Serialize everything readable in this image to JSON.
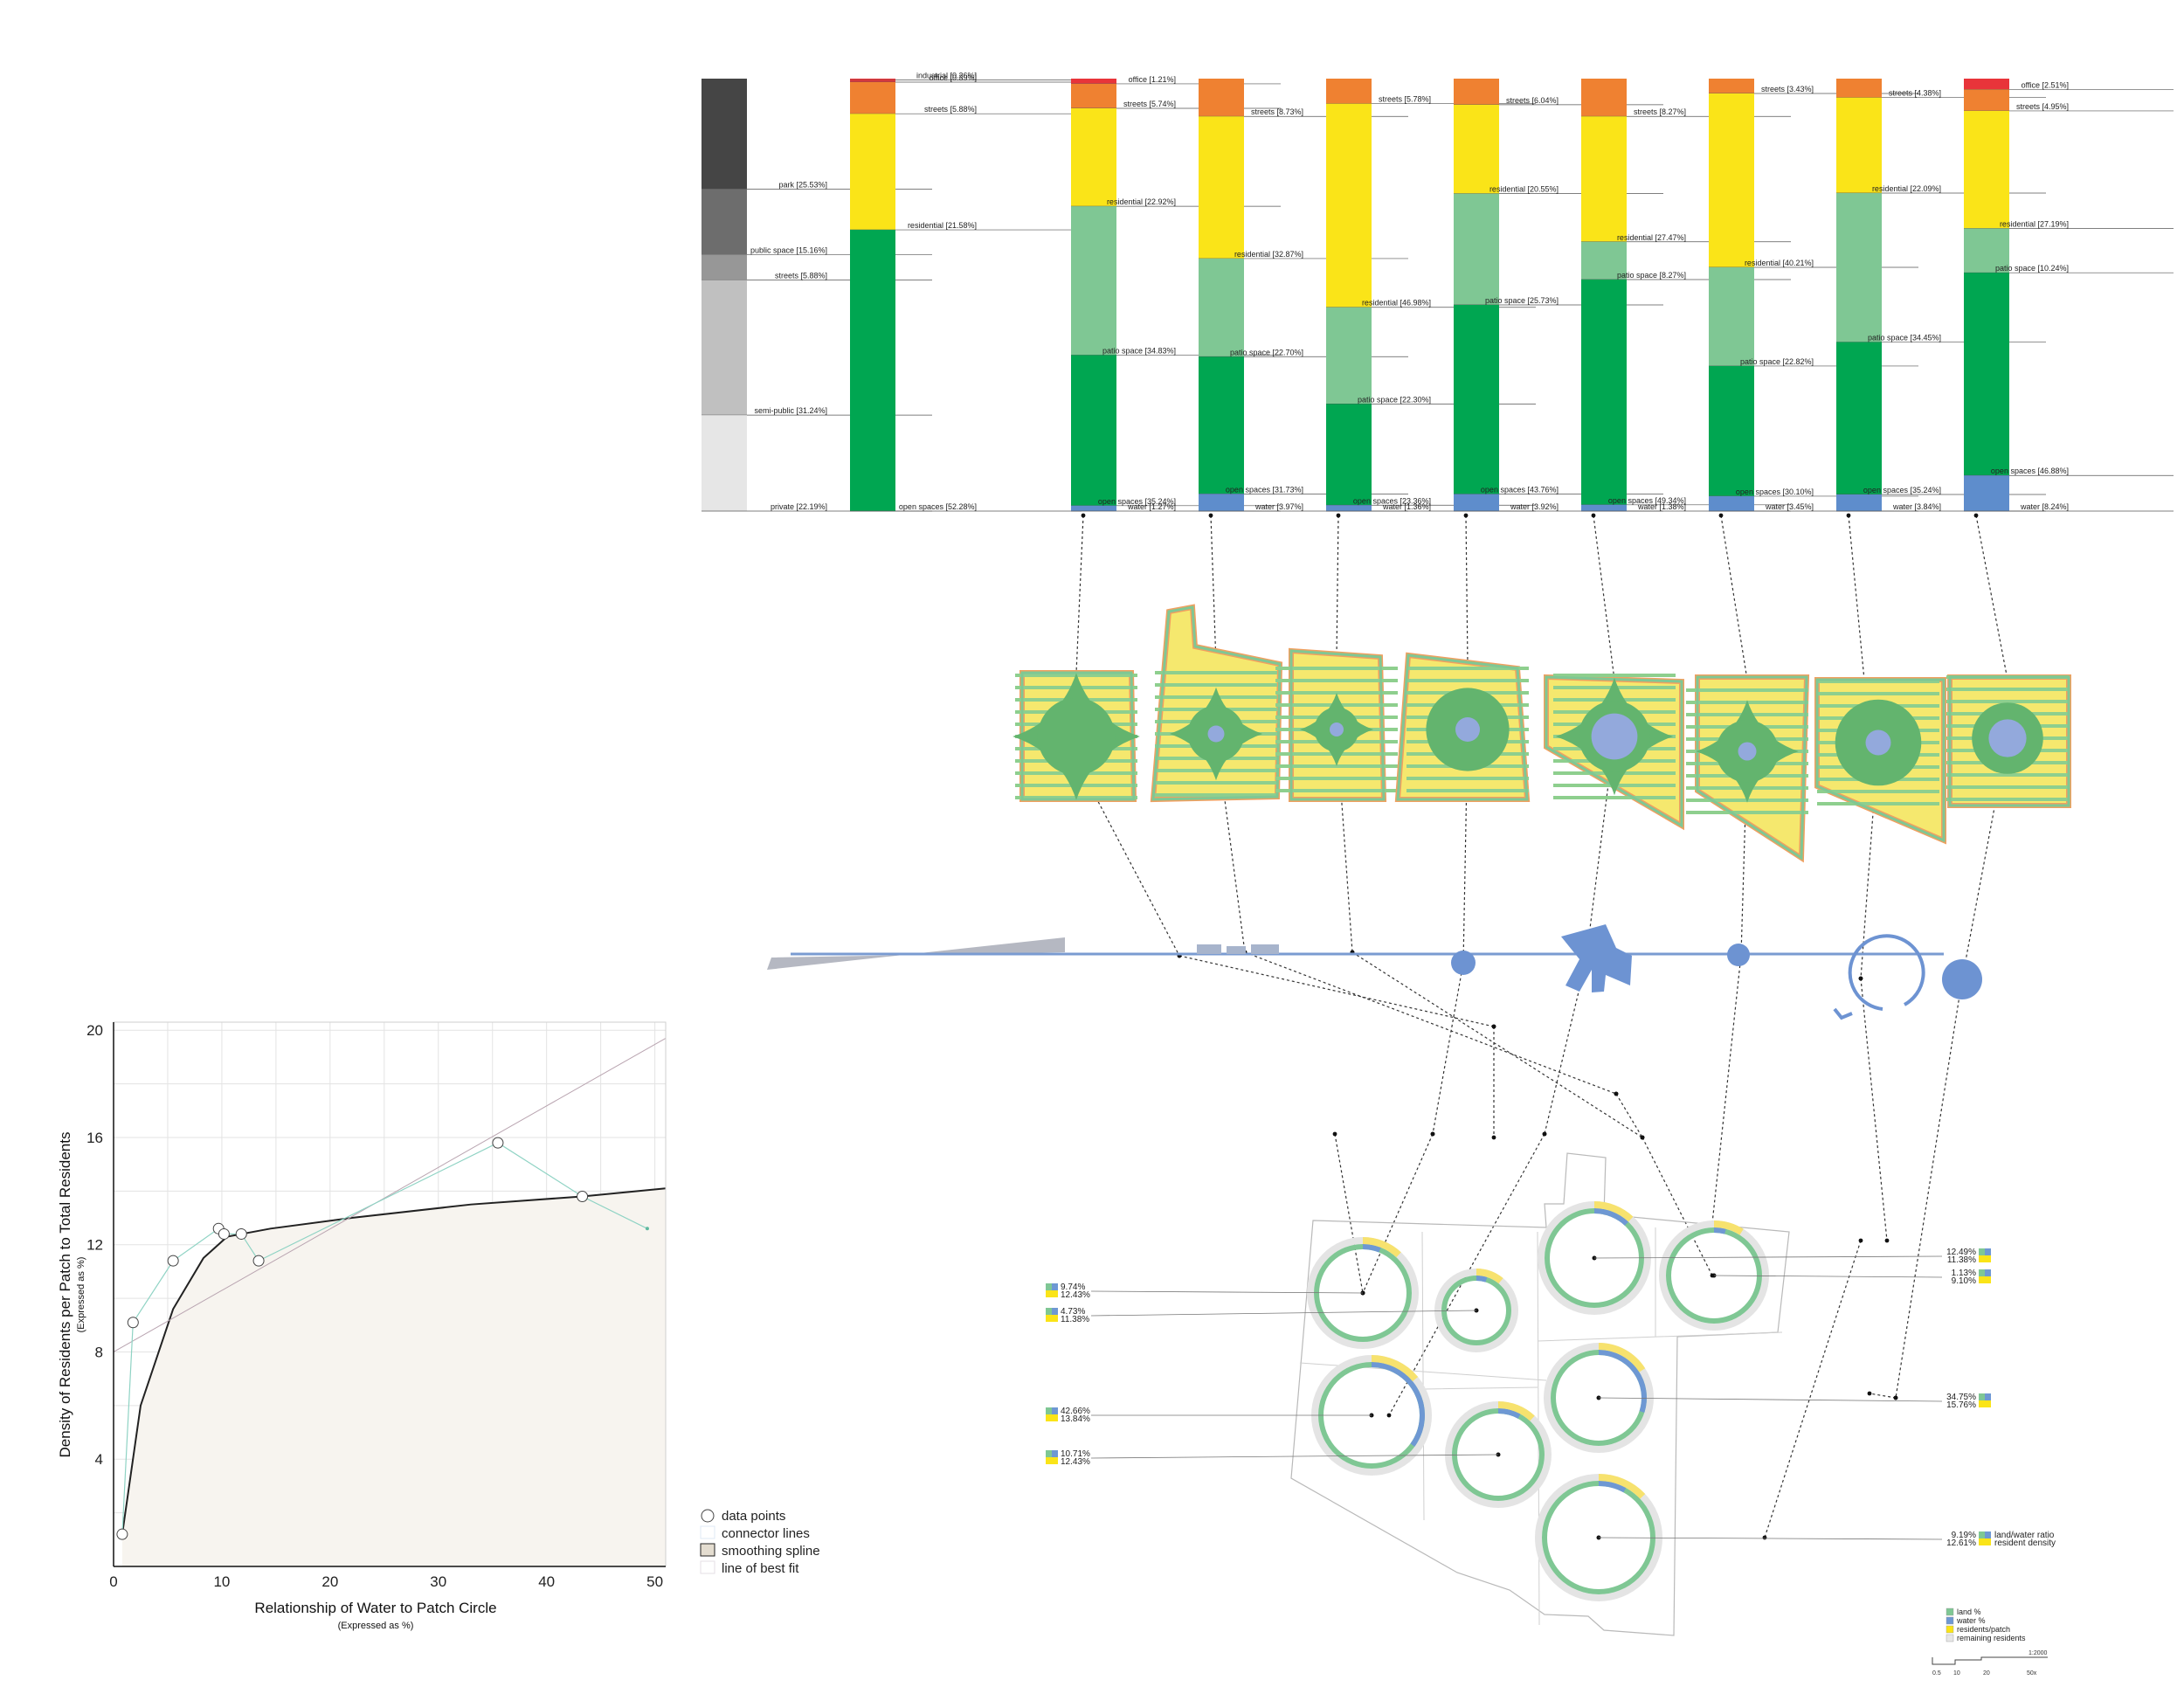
{
  "colors": {
    "industrial": "#e8343a",
    "office": "#e8343a",
    "streets": "#ef8131",
    "residential": "#fae418",
    "patio": "#7fc794",
    "open": "#00a651",
    "water": "#5e8dcc",
    "land": "#7fc794",
    "chan": "#6e98d3",
    "gray1": "#454545",
    "gray2": "#6d6d6d",
    "gray3": "#979797",
    "gray4": "#c0c0c0",
    "gray5": "#e6e6e6",
    "spline_fill": "#f7f4ef"
  },
  "zoning_bar": {
    "segments": [
      {
        "label": "park [25.53%]",
        "value": 25.53,
        "color": "gray1"
      },
      {
        "label": "public space [15.16%]",
        "value": 15.16,
        "color": "gray2"
      },
      {
        "label": "streets [5.88%]",
        "value": 5.88,
        "color": "gray3"
      },
      {
        "label": "semi-public [31.24%]",
        "value": 31.24,
        "color": "gray4"
      },
      {
        "label": "private [22.19%]",
        "value": 22.19,
        "color": "gray5"
      }
    ]
  },
  "program_bar": {
    "segments": [
      {
        "label": "industrial [0.26%]",
        "value": 0.26,
        "color": "industrial"
      },
      {
        "label": "office [0.39%]",
        "value": 0.39,
        "color": "office"
      },
      {
        "label": "streets [5.88%]",
        "value": 5.88,
        "color": "streets"
      },
      {
        "label": "residential [21.58%]",
        "value": 21.58,
        "color": "residential"
      },
      {
        "label": "open spaces [52.28%]",
        "value": 52.28,
        "color": "open"
      }
    ]
  },
  "patch_bars": [
    {
      "segments": [
        {
          "label": "office [1.21%]",
          "value": 1.21,
          "color": "office"
        },
        {
          "label": "streets [5.74%]",
          "value": 5.74,
          "color": "streets"
        },
        {
          "label": "residential [22.92%]",
          "value": 22.92,
          "color": "residential"
        },
        {
          "label": "patio space [34.83%]",
          "value": 34.83,
          "color": "patio"
        },
        {
          "label": "open spaces [35.24%]",
          "value": 35.24,
          "color": "open"
        },
        {
          "label": "water [1.27%]",
          "value": 1.27,
          "color": "water"
        }
      ]
    },
    {
      "segments": [
        {
          "label": "streets [8.73%]",
          "value": 8.73,
          "color": "streets"
        },
        {
          "label": "residential [32.87%]",
          "value": 32.87,
          "color": "residential"
        },
        {
          "label": "patio space [22.70%]",
          "value": 22.7,
          "color": "patio"
        },
        {
          "label": "open spaces [31.73%]",
          "value": 31.73,
          "color": "open"
        },
        {
          "label": "water [3.97%]",
          "value": 3.97,
          "color": "water"
        }
      ]
    },
    {
      "segments": [
        {
          "label": "streets [5.78%]",
          "value": 5.78,
          "color": "streets"
        },
        {
          "label": "residential [46.98%]",
          "value": 46.98,
          "color": "residential"
        },
        {
          "label": "patio space [22.30%]",
          "value": 22.3,
          "color": "patio"
        },
        {
          "label": "open spaces [23.36%]",
          "value": 23.36,
          "color": "open"
        },
        {
          "label": "water [1.36%]",
          "value": 1.36,
          "color": "water"
        }
      ]
    },
    {
      "segments": [
        {
          "label": "streets [6.04%]",
          "value": 6.04,
          "color": "streets"
        },
        {
          "label": "residential [20.55%]",
          "value": 20.55,
          "color": "residential"
        },
        {
          "label": "patio space [25.73%]",
          "value": 25.73,
          "color": "patio"
        },
        {
          "label": "open spaces [43.76%]",
          "value": 43.76,
          "color": "open"
        },
        {
          "label": "water [3.92%]",
          "value": 3.92,
          "color": "water"
        }
      ]
    },
    {
      "segments": [
        {
          "label": "streets [8.27%]",
          "value": 8.27,
          "color": "streets"
        },
        {
          "label": "residential [27.47%]",
          "value": 27.47,
          "color": "residential"
        },
        {
          "label": "patio space [8.27%]",
          "value": 8.27,
          "color": "patio"
        },
        {
          "label": "open spaces [49.34%]",
          "value": 49.34,
          "color": "open"
        },
        {
          "label": "water [1.38%]",
          "value": 1.38,
          "color": "water"
        }
      ]
    },
    {
      "segments": [
        {
          "label": "streets [3.43%]",
          "value": 3.43,
          "color": "streets"
        },
        {
          "label": "residential [40.21%]",
          "value": 40.21,
          "color": "residential"
        },
        {
          "label": "patio space [22.82%]",
          "value": 22.82,
          "color": "patio"
        },
        {
          "label": "open spaces [30.10%]",
          "value": 30.1,
          "color": "open"
        },
        {
          "label": "water [3.45%]",
          "value": 3.45,
          "color": "water"
        }
      ]
    },
    {
      "segments": [
        {
          "label": "streets [4.38%]",
          "value": 4.38,
          "color": "streets"
        },
        {
          "label": "residential [22.09%]",
          "value": 22.09,
          "color": "residential"
        },
        {
          "label": "patio space [34.45%]",
          "value": 34.45,
          "color": "patio"
        },
        {
          "label": "open spaces [35.24%]",
          "value": 35.24,
          "color": "open"
        },
        {
          "label": "water [3.84%]",
          "value": 3.84,
          "color": "water"
        }
      ]
    },
    {
      "segments": [
        {
          "label": "office [2.51%]",
          "value": 2.51,
          "color": "office"
        },
        {
          "label": "streets [4.95%]",
          "value": 4.95,
          "color": "streets"
        },
        {
          "label": "residential [27.19%]",
          "value": 27.19,
          "color": "residential"
        },
        {
          "label": "patio space [10.24%]",
          "value": 10.24,
          "color": "patio"
        },
        {
          "label": "open spaces [46.88%]",
          "value": 46.88,
          "color": "open"
        },
        {
          "label": "water [8.24%]",
          "value": 8.24,
          "color": "water"
        }
      ]
    }
  ],
  "ring_callouts": [
    {
      "land": "9.74%",
      "density": "12.43%"
    },
    {
      "land": "4.73%",
      "density": "11.38%"
    },
    {
      "land": "42.66%",
      "density": "13.84%"
    },
    {
      "land": "10.71%",
      "density": "12.43%"
    },
    {
      "land": "12.49%",
      "density": "11.38%"
    },
    {
      "land": "1.13%",
      "density": "9.10%"
    },
    {
      "land": "34.75%",
      "density": "15.76%"
    },
    {
      "land": "9.19%",
      "density": "12.61%",
      "land_label": "land/water ratio",
      "density_label": "resident density"
    }
  ],
  "ring_legend": {
    "items": [
      "land %",
      "water %",
      "residents/patch",
      "remaining residents"
    ],
    "scale_ticks": [
      "0.5",
      "10",
      "20",
      "50x"
    ],
    "scale_ratio": "1:2000"
  },
  "chart_data": {
    "type": "scatter",
    "xlabel": "Relationship of Water to Patch Circle",
    "xlabel_sub": "(Expressed as %)",
    "ylabel": "Density of Residents per Patch to Total Residents",
    "ylabel_sub": "(Expressed as %)",
    "xlim": [
      0,
      51
    ],
    "ylim": [
      0,
      20.3
    ],
    "x_ticks": [
      0,
      10,
      20,
      30,
      40,
      50
    ],
    "y_ticks": [
      4,
      8,
      12,
      16,
      20
    ],
    "points": [
      {
        "x": 0.8,
        "y": 1.2
      },
      {
        "x": 1.8,
        "y": 9.1
      },
      {
        "x": 5.5,
        "y": 11.4
      },
      {
        "x": 9.7,
        "y": 12.6
      },
      {
        "x": 10.2,
        "y": 12.4
      },
      {
        "x": 11.8,
        "y": 12.4
      },
      {
        "x": 13.4,
        "y": 11.4
      },
      {
        "x": 35.5,
        "y": 15.8
      },
      {
        "x": 43.3,
        "y": 13.8
      },
      {
        "x": 49.3,
        "y": 12.6
      }
    ],
    "spline": [
      {
        "x": 0.8,
        "y": 1.2
      },
      {
        "x": 2.5,
        "y": 6
      },
      {
        "x": 5.5,
        "y": 9.6
      },
      {
        "x": 8.3,
        "y": 11.5
      },
      {
        "x": 10.5,
        "y": 12.3
      },
      {
        "x": 14.5,
        "y": 12.6
      },
      {
        "x": 22,
        "y": 13
      },
      {
        "x": 33,
        "y": 13.5
      },
      {
        "x": 43.3,
        "y": 13.8
      },
      {
        "x": 51,
        "y": 14.1
      }
    ],
    "fit_line": [
      {
        "x": 0,
        "y": 8
      },
      {
        "x": 51,
        "y": 19.7
      }
    ],
    "legend": [
      "data points",
      "connector lines",
      "smoothing spline",
      "line of best fit"
    ]
  }
}
